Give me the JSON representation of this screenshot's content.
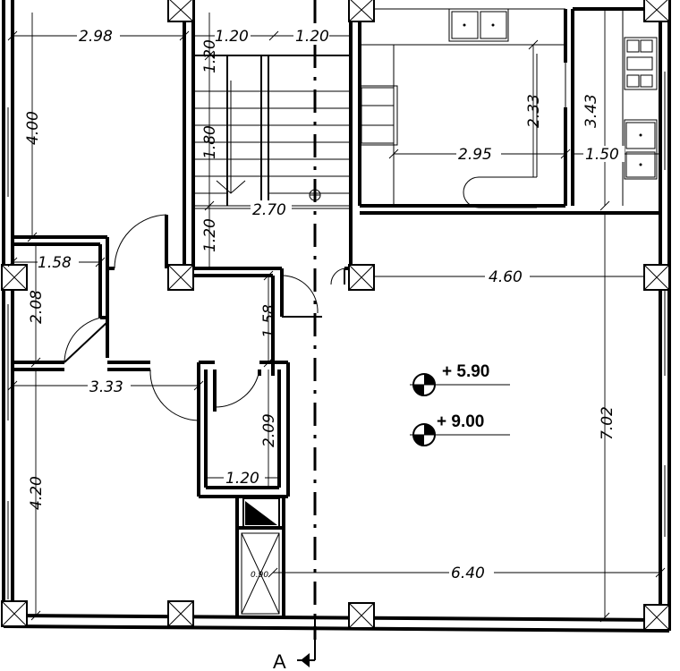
{
  "dimensions": {
    "d_298": "2.98",
    "d_120_top_a": "1.20",
    "d_120_top_b": "1.20",
    "d_120_v_top": "1.20",
    "d_400": "4.00",
    "d_180": "1.80",
    "d_270": "2.70",
    "d_120_v_mid": "1.20",
    "d_158_h": "1.58",
    "d_208": "2.08",
    "d_158_v": "1.58",
    "d_333": "3.33",
    "d_209": "2.09",
    "d_120_shaft": "1.20",
    "d_420": "4.20",
    "d_233": "2.33",
    "d_343": "3.43",
    "d_295": "2.95",
    "d_150": "1.50",
    "d_460": "4.60",
    "d_702": "7.02",
    "d_640": "6.40",
    "d_090": "0.90"
  },
  "levels": [
    {
      "label": "+ 5.90"
    },
    {
      "label": "+ 9.00"
    }
  ],
  "section_marker": {
    "label": "A"
  }
}
